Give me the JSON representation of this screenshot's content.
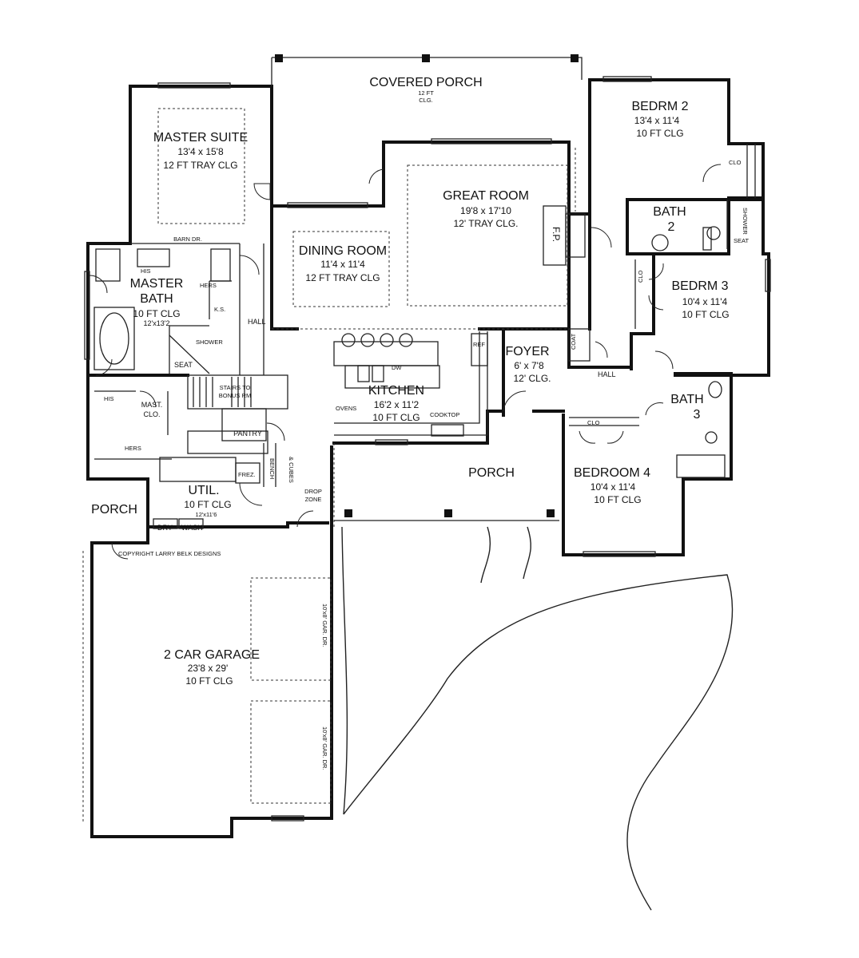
{
  "rooms": {
    "covered_porch": {
      "name": "COVERED PORCH",
      "ceiling_1": "12 FT",
      "ceiling_2": "CLG."
    },
    "bedrm2": {
      "name": "BEDRM 2",
      "size": "13'4 x 11'4",
      "ceiling": "10 FT CLG"
    },
    "master_suite": {
      "name": "MASTER SUITE",
      "size": "13'4 x 15'8",
      "ceiling": "12 FT TRAY CLG"
    },
    "great_room": {
      "name": "GREAT ROOM",
      "size": "19'8 x 17'10",
      "ceiling": "12' TRAY CLG."
    },
    "fireplace": {
      "label": "F.P."
    },
    "bath2": {
      "name": "BATH",
      "number": "2"
    },
    "dining_room": {
      "name": "DINING ROOM",
      "size": "11'4 x 11'4",
      "ceiling": "12 FT TRAY CLG"
    },
    "master_bath": {
      "name_1": "MASTER",
      "name_2": "BATH",
      "ceiling": "10 FT CLG",
      "size": "12'x13'2"
    },
    "bedrm3": {
      "name": "BEDRM 3",
      "size": "10'4 x 11'4",
      "ceiling": "10 FT CLG"
    },
    "foyer": {
      "name": "FOYER",
      "size": "6' x 7'8",
      "ceiling": "12' CLG."
    },
    "kitchen": {
      "name": "KITCHEN",
      "size": "16'2 x 11'2",
      "ceiling": "10 FT CLG"
    },
    "bath3": {
      "name": "BATH",
      "number": "3"
    },
    "porch_front": {
      "name": "PORCH"
    },
    "bedroom4": {
      "name": "BEDROOM 4",
      "size": "10'4 x 11'4",
      "ceiling": "10 FT CLG"
    },
    "util": {
      "name": "UTIL.",
      "ceiling": "10 FT CLG",
      "size": "12'x11'6"
    },
    "porch_side": {
      "name": "PORCH"
    },
    "garage": {
      "name": "2 CAR GARAGE",
      "size": "23'8 x 29'",
      "ceiling": "10 FT CLG"
    }
  },
  "labels": {
    "barn_dr": "BARN DR.",
    "his": "HIS",
    "hers": "HERS",
    "ks": "K.S.",
    "hall_1": "HALL",
    "hall_2": "HALL",
    "shower": "SHOWER",
    "seat": "SEAT",
    "shower_bath2": "SHOWER",
    "seat_bath2": "SEAT",
    "clo_bedrm2": "CLO",
    "clo_bedrm3": "CLO",
    "clo_bedroom4": "CLO",
    "his_closet": "HIS",
    "hers_closet": "HERS",
    "mast_clo_1": "MAST.",
    "mast_clo_2": "CLO.",
    "stairs_1": "STAIRS TO",
    "stairs_2": "BONUS RM",
    "pantry": "PANTRY",
    "ovens": "OVENS",
    "dw": "DW",
    "ref": "REF",
    "cooktop": "COOKTOP",
    "coat": "COAT",
    "frez": "FREZ.",
    "bench": "BENCH",
    "cubes": "& CUBES",
    "drop_zone_1": "DROP",
    "drop_zone_2": "ZONE",
    "dry": "DRY",
    "wash": "WASH",
    "copyright": "COPYRIGHT LARRY BELK DESIGNS",
    "gar_door_1": "10'x8' GAR. DR.",
    "gar_door_2": "10'x8' GAR. DR."
  }
}
